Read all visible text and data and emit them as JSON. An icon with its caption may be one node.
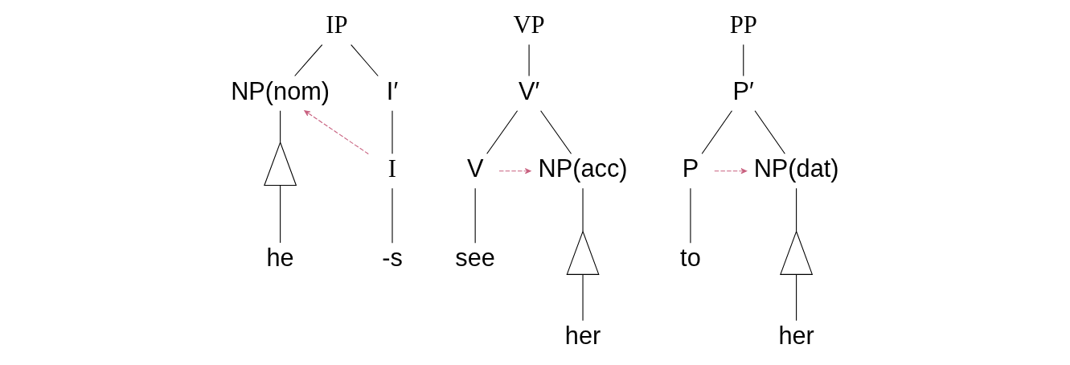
{
  "diagram": {
    "nodes": [
      {
        "text": [
          "IP"
        ]
      },
      {
        "text": [
          "NP(nom)"
        ]
      },
      {
        "text": [
          "I′"
        ]
      },
      {
        "text": [],
        "shape": "triangle"
      },
      {
        "text": [
          "I"
        ]
      },
      {
        "text": [
          "he"
        ]
      },
      {
        "text": [
          "-s"
        ]
      },
      {
        "text": [
          "VP"
        ]
      },
      {
        "text": [
          "V′"
        ]
      },
      {
        "text": [
          "V"
        ]
      },
      {
        "text": [
          "NP(acc)"
        ]
      },
      {
        "text": [
          "see"
        ]
      },
      {
        "text": [],
        "shape": "triangle"
      },
      {
        "text": [
          "her"
        ]
      },
      {
        "text": [
          "PP"
        ]
      },
      {
        "text": [
          "P′"
        ]
      },
      {
        "text": [
          "P"
        ]
      },
      {
        "text": [
          "NP(dat)"
        ]
      },
      {
        "text": [
          "to"
        ]
      },
      {
        "text": [],
        "shape": "triangle"
      },
      {
        "text": [
          "her"
        ]
      }
    ],
    "edges": [
      {
        "from": 0,
        "to": 1,
        "arrow": "none"
      },
      {
        "from": 0,
        "to": 2,
        "arrow": "none"
      },
      {
        "from": 1,
        "to": 3,
        "arrow": "none"
      },
      {
        "from": 3,
        "to": 5,
        "arrow": "none"
      },
      {
        "from": 2,
        "to": 4,
        "arrow": "none"
      },
      {
        "from": 4,
        "to": 6,
        "arrow": "none"
      },
      {
        "from": 4,
        "to": 1,
        "arrow": "to",
        "style": "dashed",
        "color": "#c8607f"
      },
      {
        "from": 7,
        "to": 8,
        "arrow": "none"
      },
      {
        "from": 8,
        "to": 9,
        "arrow": "none"
      },
      {
        "from": 8,
        "to": 10,
        "arrow": "none"
      },
      {
        "from": 9,
        "to": 11,
        "arrow": "none"
      },
      {
        "from": 10,
        "to": 12,
        "arrow": "none"
      },
      {
        "from": 12,
        "to": 13,
        "arrow": "none"
      },
      {
        "from": 9,
        "to": 10,
        "arrow": "to",
        "style": "dashed",
        "color": "#c8607f"
      },
      {
        "from": 14,
        "to": 15,
        "arrow": "none"
      },
      {
        "from": 15,
        "to": 16,
        "arrow": "none"
      },
      {
        "from": 15,
        "to": 17,
        "arrow": "none"
      },
      {
        "from": 16,
        "to": 18,
        "arrow": "none"
      },
      {
        "from": 17,
        "to": 19,
        "arrow": "none"
      },
      {
        "from": 19,
        "to": 20,
        "arrow": "none"
      },
      {
        "from": 16,
        "to": 17,
        "arrow": "to",
        "style": "dashed",
        "color": "#c8607f"
      }
    ]
  }
}
